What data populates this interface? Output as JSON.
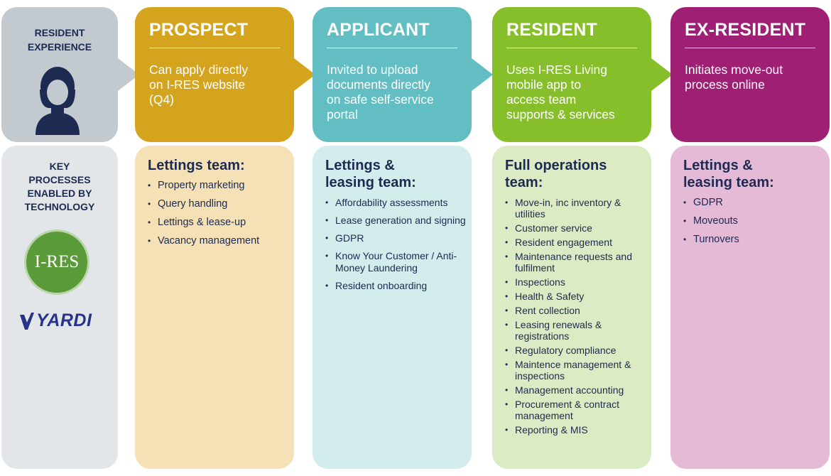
{
  "colors": {
    "resident_panel": "#c2c9cf",
    "key_panel": "#e2e6e9",
    "prospect": "#d4a41e",
    "prospect_light": "#f5e1b5",
    "applicant": "#62bec2",
    "applicant_light": "#d3ecec",
    "resident": "#86bf2a",
    "resident_light": "#dcebc3",
    "ex_resident": "#9e1f74",
    "ex_resident_light": "#e4bad7",
    "text_dark": "#1d2a52",
    "ires_green": "#5a9a38",
    "yardi_blue": "#27328a"
  },
  "left": {
    "resident_experience": [
      "RESIDENT",
      "EXPERIENCE"
    ],
    "avatar_icon": "person-icon",
    "key_processes": [
      "KEY",
      "PROCESSES",
      "ENABLED BY",
      "TECHNOLOGY"
    ],
    "logo_ires": "I-RES",
    "logo_yardi": "YARDI"
  },
  "stages": [
    {
      "title": "PROSPECT",
      "desc": [
        "Can apply directly",
        "on I-RES website",
        "(Q4)"
      ],
      "team": [
        "Lettings team:"
      ],
      "items": [
        "Property marketing",
        "Query handling",
        "Lettings & lease-up",
        "Vacancy management"
      ]
    },
    {
      "title": "APPLICANT",
      "desc": [
        "Invited to upload",
        "documents directly",
        "on safe self-service",
        "portal"
      ],
      "team": [
        "Lettings &",
        "leasing team:"
      ],
      "items": [
        "Affordability assessments",
        "Lease generation and signing",
        "GDPR",
        "Know Your Customer / Anti-Money Laundering",
        "Resident onboarding"
      ]
    },
    {
      "title": "RESIDENT",
      "desc": [
        "Uses I-RES Living",
        "mobile app to",
        "access team",
        "supports & services"
      ],
      "team": [
        "Full operations",
        "team:"
      ],
      "items": [
        "Move-in, inc inventory & utilities",
        "Customer service",
        "Resident engagement",
        "Maintenance requests and fulfilment",
        "Inspections",
        "Health & Safety",
        "Rent collection",
        "Leasing renewals & registrations",
        "Regulatory compliance",
        "Maintence management & inspections",
        "Management accounting",
        "Procurement & contract management",
        "Reporting & MIS"
      ]
    },
    {
      "title": "EX-RESIDENT",
      "desc": [
        "Initiates move-out",
        "process online"
      ],
      "team": [
        "Lettings &",
        "leasing team:"
      ],
      "items": [
        "GDPR",
        "Moveouts",
        "Turnovers"
      ]
    }
  ]
}
